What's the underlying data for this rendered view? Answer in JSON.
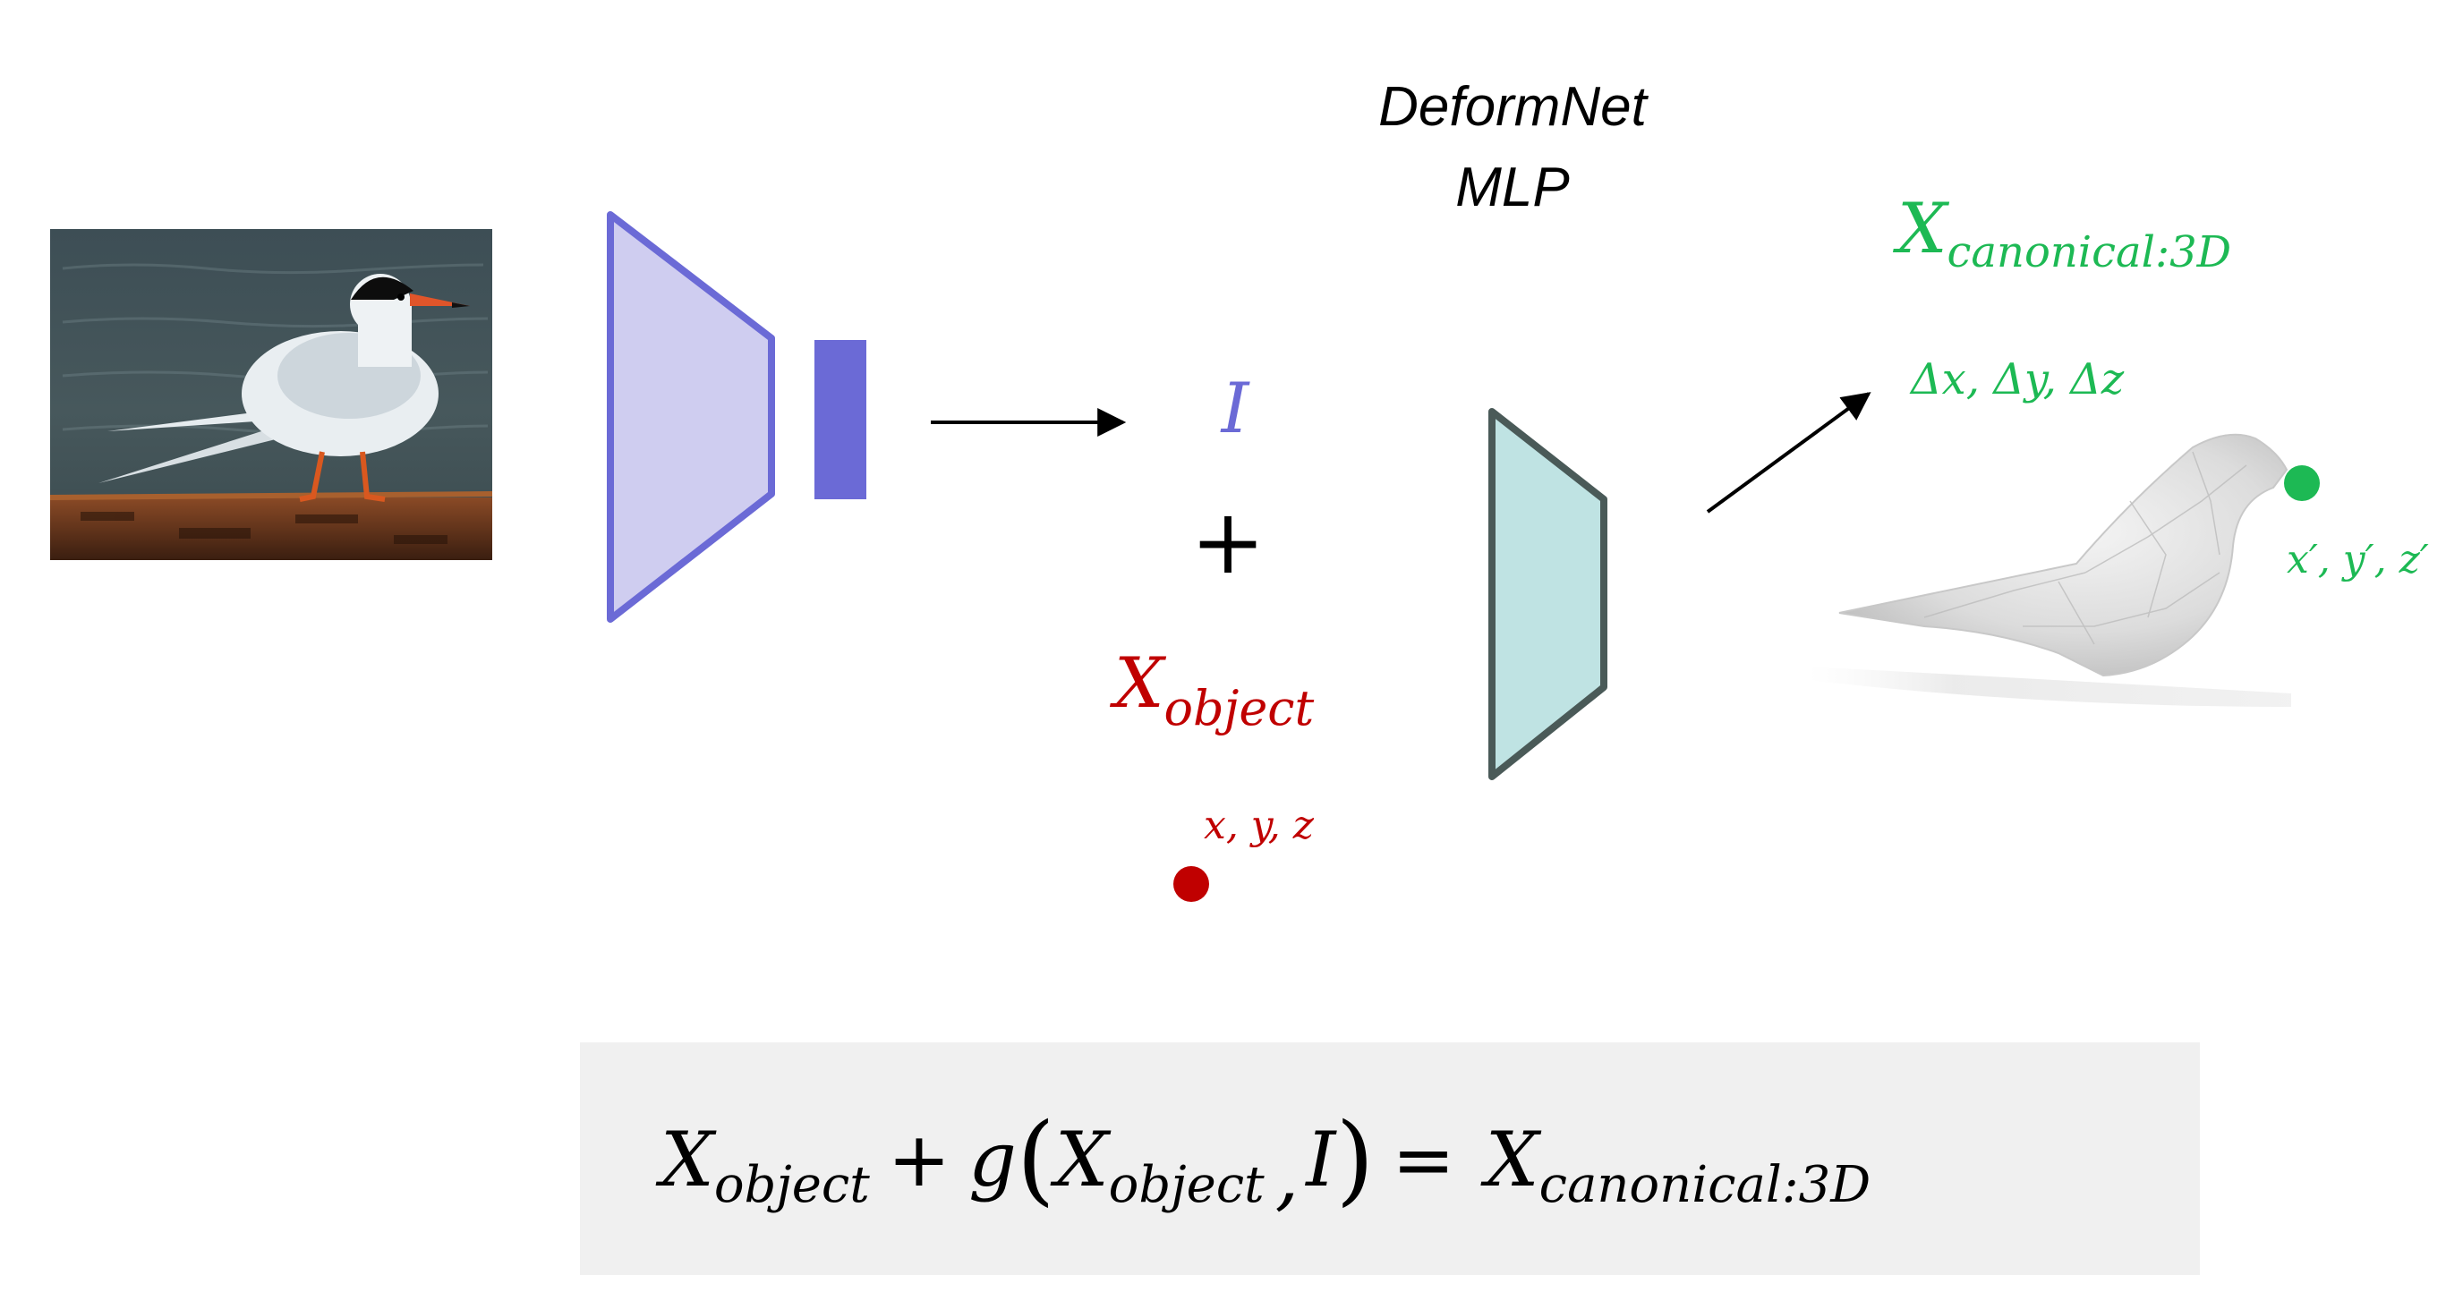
{
  "deformnet": {
    "title_line1": "DeformNet",
    "title_line2": "MLP"
  },
  "image_feature": {
    "symbol": "I"
  },
  "plus": "+",
  "object": {
    "symbol": "X",
    "subscript": "object",
    "point_label": "x, y, z",
    "color": "#c00000"
  },
  "canonical": {
    "symbol": "X",
    "subscript": "canonical:3D",
    "offset_label": "Δx, Δy, Δz",
    "point_label": "x′, y′, z′",
    "color": "#1db954"
  },
  "equation": {
    "x1": "X",
    "x1_sub": "object",
    "plus": "+",
    "g": "g",
    "x2": "X",
    "x2_sub": "object",
    "comma": ",",
    "i": "I",
    "equals": "=",
    "x3": "X",
    "x3_sub": "canonical:3D"
  },
  "colors": {
    "encoder_fill": "#cfcdf0",
    "encoder_stroke": "#6b6ad6",
    "feature_block": "#6b6ad6",
    "mlp_fill": "#bfe3e3",
    "mlp_stroke": "#4a5a58",
    "equation_bg": "#f0f0f0",
    "red": "#c00000",
    "green": "#1db954"
  },
  "icons": {
    "bird_photo": "tern-photo",
    "bird_mesh": "bird-mesh-3d"
  }
}
